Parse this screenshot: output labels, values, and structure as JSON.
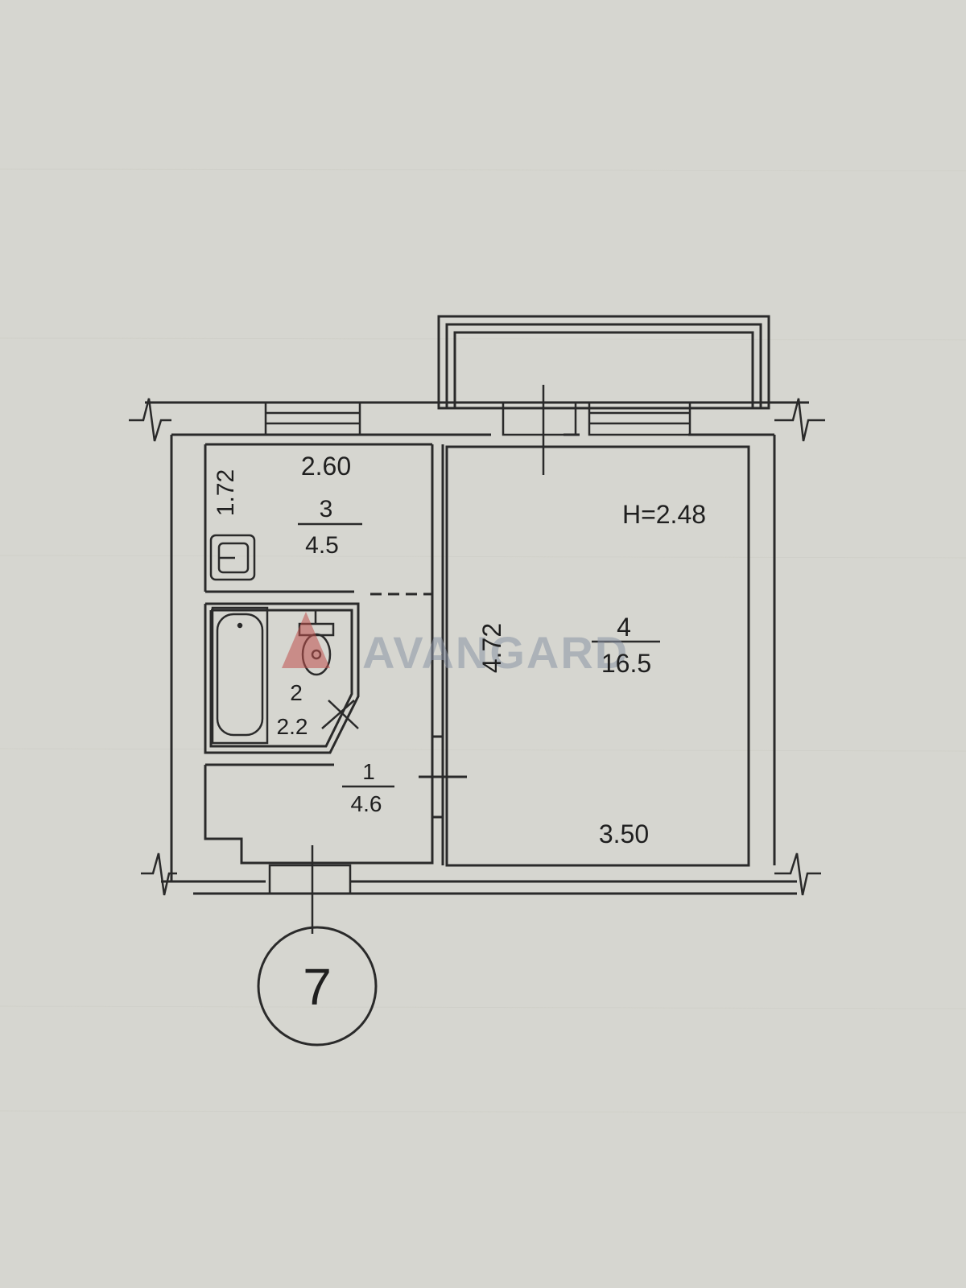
{
  "plan": {
    "ceiling_height": "H=2.48",
    "rooms": [
      {
        "id": "1",
        "number": "1",
        "area": "4.6"
      },
      {
        "id": "2",
        "number": "2",
        "area": "2.2"
      },
      {
        "id": "3",
        "number": "3",
        "area": "4.5"
      },
      {
        "id": "4",
        "number": "4",
        "area": "16.5"
      }
    ],
    "dimensions": {
      "kitchen_width": "2.60",
      "kitchen_depth": "1.72",
      "room_depth": "4.72",
      "room_width": "3.50"
    },
    "apartment_number": "7",
    "watermark": "AVANGARD",
    "colors": {
      "paper": "#d6d6d0",
      "line": "#2a2a2a",
      "watermark_mark": "#c0504d",
      "watermark_text": "#8b95a6"
    }
  }
}
